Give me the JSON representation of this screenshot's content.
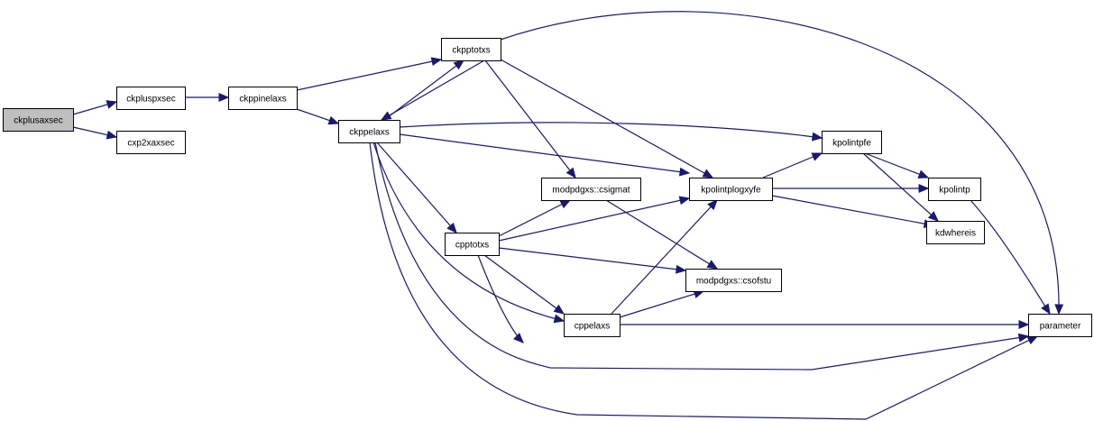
{
  "colors": {
    "edge": "#191970",
    "root_fill": "#bfbfbf",
    "node_fill": "#ffffff",
    "border": "#000000"
  },
  "nodes": [
    {
      "id": "ckplusaxsec",
      "label": "ckplusaxsec",
      "root": true
    },
    {
      "id": "ckpluspxsec",
      "label": "ckpluspxsec"
    },
    {
      "id": "cxp2xaxsec",
      "label": "cxp2xaxsec"
    },
    {
      "id": "ckppinelaxs",
      "label": "ckppinelaxs"
    },
    {
      "id": "ckpptotxs",
      "label": "ckpptotxs"
    },
    {
      "id": "ckppelaxs",
      "label": "ckppelaxs"
    },
    {
      "id": "modpdgxs_csigmat",
      "label": "modpdgxs::csigmat"
    },
    {
      "id": "kpolintplogxyfe",
      "label": "kpolintplogxyfe"
    },
    {
      "id": "kpolintpfe",
      "label": "kpolintpfe"
    },
    {
      "id": "kpolintp",
      "label": "kpolintp"
    },
    {
      "id": "kdwhereis",
      "label": "kdwhereis"
    },
    {
      "id": "cpptotxs",
      "label": "cpptotxs"
    },
    {
      "id": "modpdgxs_csofstu",
      "label": "modpdgxs::csofstu"
    },
    {
      "id": "cppelaxs",
      "label": "cppelaxs"
    },
    {
      "id": "parameter",
      "label": "parameter"
    }
  ],
  "edges": [
    [
      "ckplusaxsec",
      "ckpluspxsec"
    ],
    [
      "ckplusaxsec",
      "cxp2xaxsec"
    ],
    [
      "ckpluspxsec",
      "ckppinelaxs"
    ],
    [
      "ckppinelaxs",
      "ckpptotxs"
    ],
    [
      "ckppinelaxs",
      "ckppelaxs"
    ],
    [
      "ckpptotxs",
      "ckppelaxs"
    ],
    [
      "ckppelaxs",
      "ckpptotxs"
    ],
    [
      "ckpptotxs",
      "parameter"
    ],
    [
      "ckpptotxs",
      "modpdgxs_csigmat"
    ],
    [
      "ckpptotxs",
      "kpolintplogxyfe"
    ],
    [
      "ckppelaxs",
      "kpolintpfe"
    ],
    [
      "ckppelaxs",
      "kpolintplogxyfe"
    ],
    [
      "ckppelaxs",
      "cpptotxs"
    ],
    [
      "ckppelaxs",
      "cppelaxs"
    ],
    [
      "ckppelaxs",
      "parameter"
    ],
    [
      "ckppelaxs",
      "parameter"
    ],
    [
      "kpolintpfe",
      "kpolintp"
    ],
    [
      "kpolintpfe",
      "kdwhereis"
    ],
    [
      "kpolintplogxyfe",
      "kpolintpfe"
    ],
    [
      "kpolintplogxyfe",
      "kpolintp"
    ],
    [
      "kpolintplogxyfe",
      "kdwhereis"
    ],
    [
      "kpolintp",
      "parameter"
    ],
    [
      "cpptotxs",
      "modpdgxs_csigmat"
    ],
    [
      "cpptotxs",
      "kpolintplogxyfe"
    ],
    [
      "cpptotxs",
      "modpdgxs_csofstu"
    ],
    [
      "cpptotxs",
      "cppelaxs"
    ],
    [
      "cpptotxs",
      "parameter"
    ],
    [
      "modpdgxs_csigmat",
      "modpdgxs_csofstu"
    ],
    [
      "cppelaxs",
      "kpolintplogxyfe"
    ],
    [
      "cppelaxs",
      "modpdgxs_csofstu"
    ],
    [
      "cppelaxs",
      "parameter"
    ]
  ]
}
